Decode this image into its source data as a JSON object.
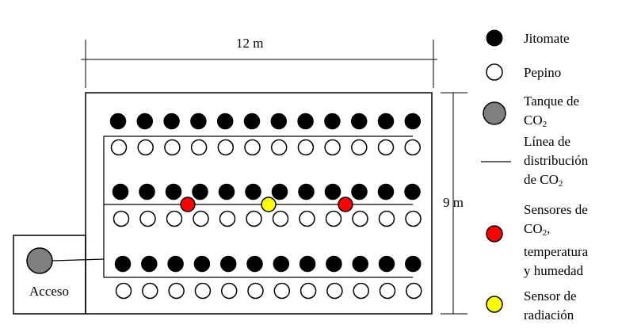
{
  "dimensions": {
    "width_label": "12 m",
    "height_label": "9 m"
  },
  "access_label": "Acceso",
  "colors": {
    "jitomate": "#000000",
    "pepino": "#ffffff",
    "tank": "#808080",
    "sensor_co2": "#ff0000",
    "sensor_radiation": "#ffff00",
    "line": "#000000"
  },
  "legend": {
    "jitomate": "Jitomate",
    "pepino": "Pepino",
    "tank": {
      "line1": "Tanque de",
      "line2_main": "CO",
      "line2_sub": "2"
    },
    "distribution": {
      "line1": "Línea de",
      "line2": "distribución",
      "line3_main": "de CO",
      "line3_sub": "2"
    },
    "sensors": {
      "line1": "Sensores de",
      "line2_main": "CO",
      "line2_sub": "2",
      "line2_end": ",",
      "line3": "temperatura",
      "line4": "y humedad"
    },
    "radiation": {
      "line1": "Sensor de",
      "line2": "radiación"
    }
  },
  "layout_counts": {
    "plants_per_row": 12,
    "row_pairs": 3
  }
}
